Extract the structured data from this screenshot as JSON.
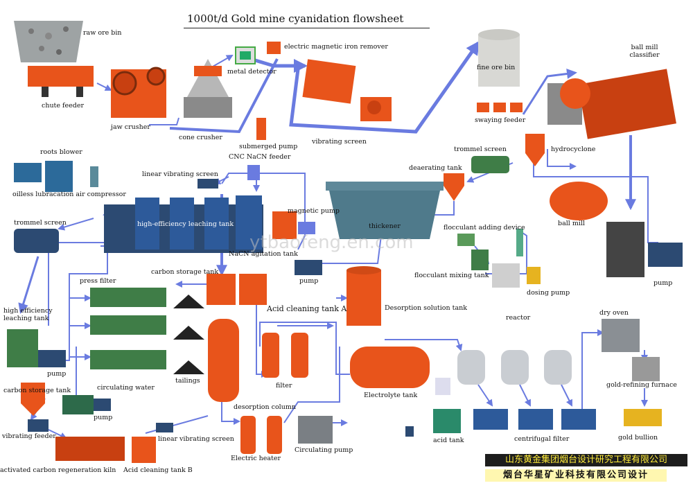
{
  "title": "1000t/d Gold mine cyanidation flowsheet",
  "watermark": "ytbaofeng.en.com",
  "company_line1": "山东黄金集团烟台设计研究工程有限公司",
  "company_line2": "烟台华星矿业科技有限公司设计",
  "colors": {
    "equipment_orange": "#e8541b",
    "pipe_blue": "#6a7be0",
    "tank_green": "#3f7d47",
    "dark_blue": "#2c4a72"
  },
  "labels": {
    "raw_ore_bin": "raw ore bin",
    "chute_feeder": "chute feeder",
    "jaw_crusher": "jaw crusher",
    "cone_crusher": "cone crusher",
    "metal_detector": "metal detector",
    "iron_remover": "electric magnetic iron remover",
    "submerged_pump": "submerged pump",
    "vibrating_screen": "vibrating screen",
    "fine_ore_bin": "fine ore bin",
    "swaying_feeder": "swaying feeder",
    "ball_mill_classifier": "ball mill classifier",
    "hydrocyclone": "hydrocyclone",
    "trommel_screen_top": "trommel screen",
    "deaerating_tank": "deaerating tank",
    "ball_mill": "ball mill",
    "pump_right": "pump",
    "thickener": "thickener",
    "flocculant_adding": "flocculant adding device",
    "flocculant_mixing": "flocculant mixing tank",
    "dosing_pump": "dosing pump",
    "roots_blower": "roots blower",
    "oilless_compressor": "oilless lubracation air compressor",
    "cnc_nacn_feeder": "CNC NaCN feeder",
    "linear_vib_screen_top": "linear vibrating screen",
    "leaching_tank": "high-efficiency leaching tank",
    "magnetic_pump": "magnetic pump",
    "nacn_agitation": "NaCN agitation tank",
    "pump_mid": "pump",
    "trommel_screen_left": "trommel screen",
    "carbon_storage_tank_top": "carbon storage tank",
    "press_filter": "press filter",
    "acid_cleaning_a": "Acid cleaning tank A",
    "desorption_solution": "Desorption solution tank",
    "he_leaching_tank": "high efficiency leaching tank",
    "pump_left": "pump",
    "circulating_water": "circulating water",
    "tailings": "tailings",
    "filter": "filter",
    "electrolyte_tank": "Electrolyte tank",
    "reactor": "reactor",
    "dry_oven": "dry oven",
    "gold_refining": "gold-refining furnace",
    "gold_bullion": "gold bullion",
    "carbon_storage_tank_left": "carbon storage tank",
    "pump_lower": "pump",
    "vibrating_feeder": "vibrating feeder",
    "desorption_column": "desorption column",
    "electric_heater": "Electric heater",
    "circulating_pump": "Circulating pump",
    "acid_tank": "acid tank",
    "centrifugal_filter": "centrifugal filter",
    "linear_vib_screen_bottom": "linear vibrating screen",
    "regen_kiln": "activated carbon regeneration kiln",
    "acid_cleaning_b": "Acid cleaning tank B"
  }
}
